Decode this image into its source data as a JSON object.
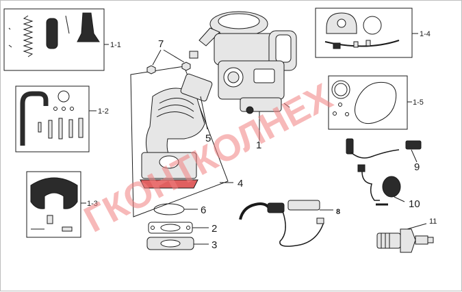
{
  "diagram": {
    "callouts": {
      "c_1_1": "1-1",
      "c_1_2": "1-2",
      "c_1_3": "1-3",
      "c_1_4": "1-4",
      "c_1_5": "1-5",
      "c_1": "1",
      "c_2": "2",
      "c_3": "3",
      "c_4": "4",
      "c_5": "5",
      "c_6": "6",
      "c_7": "7",
      "c_8": "8",
      "c_9": "9",
      "c_10": "10",
      "c_11": "11"
    },
    "watermark": "ГКОНТКОЛНЕХ",
    "colors": {
      "line": "#1a1a1a",
      "part_fill": "#e6e6e6",
      "dark_part": "#2b2b2b",
      "watermark": "#f08080"
    }
  }
}
